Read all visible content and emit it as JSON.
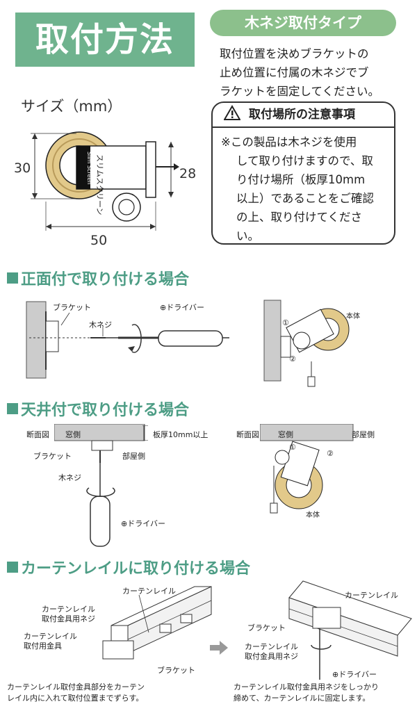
{
  "header": {
    "title": "取付方法",
    "pill": "木ネジ取付タイプ",
    "desc_lines": [
      "取付位置を決めブラケットの",
      "止め位置に付属の木ネジでブ",
      "ラケットを固定してください。"
    ]
  },
  "size": {
    "label": "サイズ（mm）",
    "dim_height": "30",
    "dim_bracket": "28",
    "dim_width": "50",
    "product_label_jp": "スリムスクリーン",
    "product_label_en": "Slim Screen"
  },
  "notice": {
    "title": "取付場所の注意事項",
    "lines": [
      "※この製品は木ネジを使用",
      "して取り付けますので、取",
      "り付け場所（板厚10mm",
      "以上）であることをご確認",
      "の上、取り付けてくださ",
      "い。"
    ]
  },
  "sections": {
    "front": {
      "heading": "正面付で取り付ける場合",
      "bracket": "ブラケット",
      "screw": "木ネジ",
      "driver": "⊕ドライバー",
      "body": "本体",
      "step1": "①",
      "step2": "②"
    },
    "ceiling": {
      "heading": "天井付で取り付ける場合",
      "section_view": "断面図",
      "window_side": "窓側",
      "room_side": "部屋側",
      "thickness": "板厚10mm以上",
      "bracket": "ブラケット",
      "screw": "木ネジ",
      "driver": "⊕ドライバー",
      "body": "本体",
      "step1": "①",
      "step2": "②"
    },
    "rail": {
      "heading": "カーテンレイルに取り付ける場合",
      "rail_label": "カーテンレイル",
      "rail_screw": [
        "カーテンレイル",
        "取付金具用ネジ"
      ],
      "rail_fitting": [
        "カーテンレイル",
        "取付用金具"
      ],
      "bracket": "ブラケット",
      "driver": "⊕ドライバー",
      "caption_left": [
        "カーテンレイル取付金具部分をカーテン",
        "レイル内に入れて取付位置までずらす。"
      ],
      "caption_right": [
        "カーテンレイル取付金具用ネジをしっかり",
        "締めて、カーテンレイルに固定します。"
      ]
    }
  },
  "colors": {
    "title_bg": "#6fb38e",
    "pill_bg": "#8cc08c",
    "heading": "#4d9d85"
  }
}
